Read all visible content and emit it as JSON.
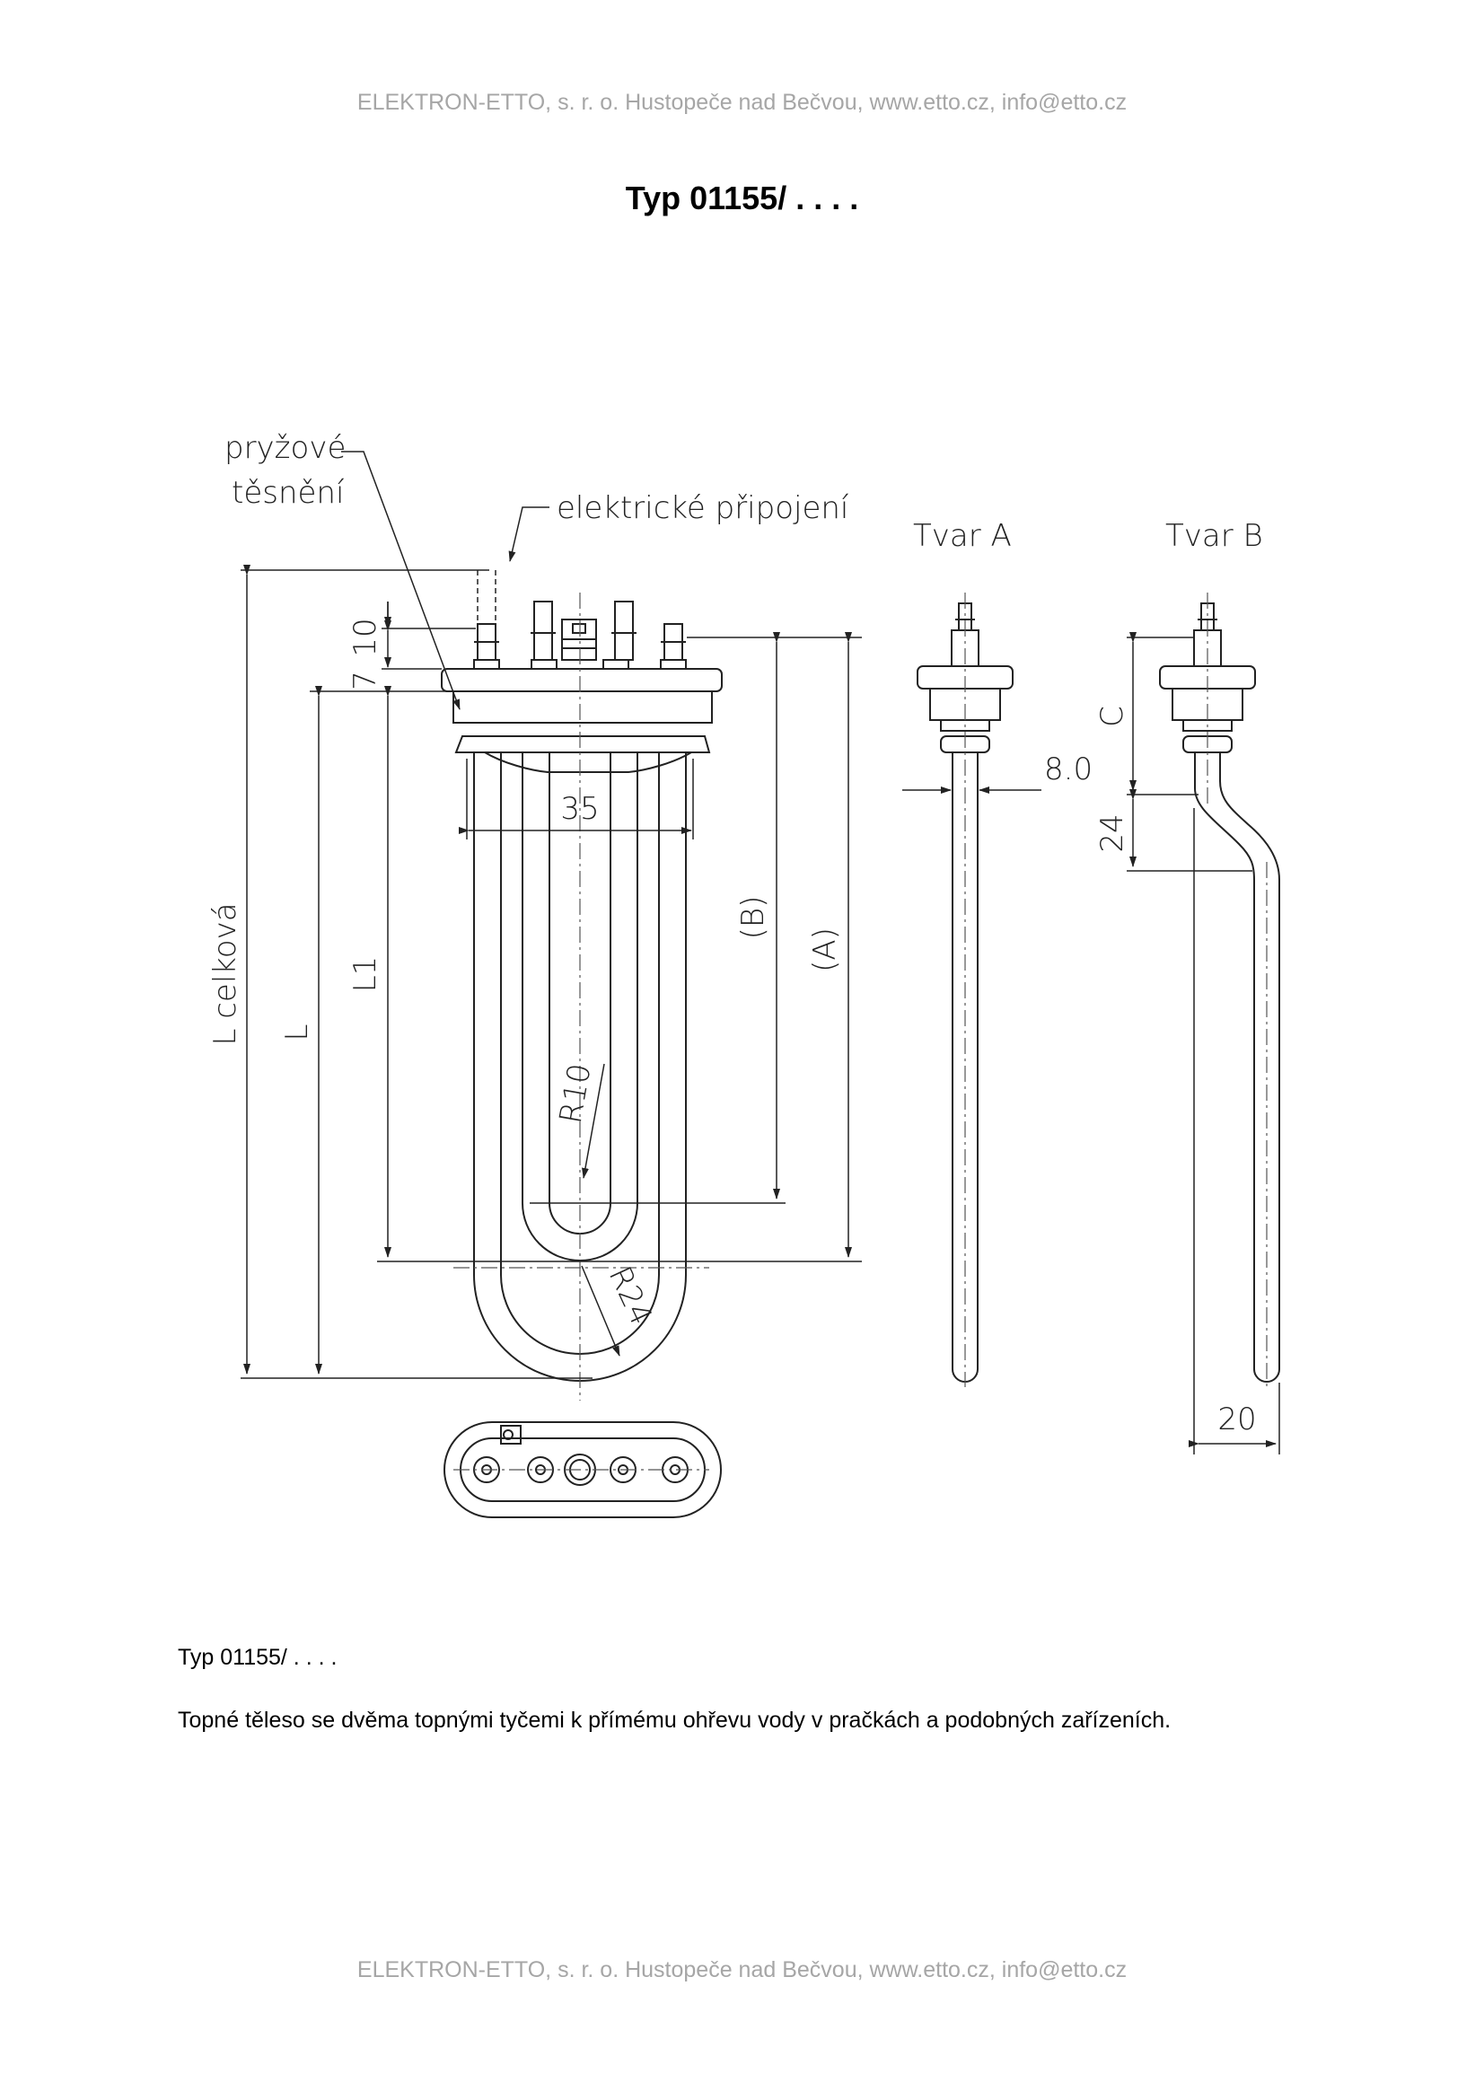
{
  "header": {
    "company_line": "ELEKTRON-ETTO, s. r. o. Hustopeče nad Bečvou, www.etto.cz, info@etto.cz"
  },
  "title": "Typ 01155/ . . . .",
  "drawing": {
    "labels": {
      "rubber_seal_line1": "pryžové",
      "rubber_seal_line2": "těsnění",
      "electrical_connection": "elektrické připojení",
      "shape_a": "Tvar A",
      "shape_b": "Tvar B",
      "l_total": "L celková",
      "l": "L",
      "l1": "L1",
      "dim_10": "10",
      "dim_7": "7",
      "dim_35": "35",
      "dim_b": "(B)",
      "dim_a": "(A)",
      "r10": "R10",
      "r24": "R24",
      "dim_8": "8.0",
      "dim_c": "C",
      "dim_24": "24",
      "dim_20": "20"
    }
  },
  "description": {
    "type": "Typ 01155/ . . . .",
    "text": "Topné těleso se dvěma topnými  tyčemi  k přímému ohřevu vody v pračkách a podobných zařízeních."
  },
  "footer": {
    "company_line": "ELEKTRON-ETTO, s. r. o. Hustopeče nad Bečvou, www.etto.cz, info@etto.cz"
  }
}
